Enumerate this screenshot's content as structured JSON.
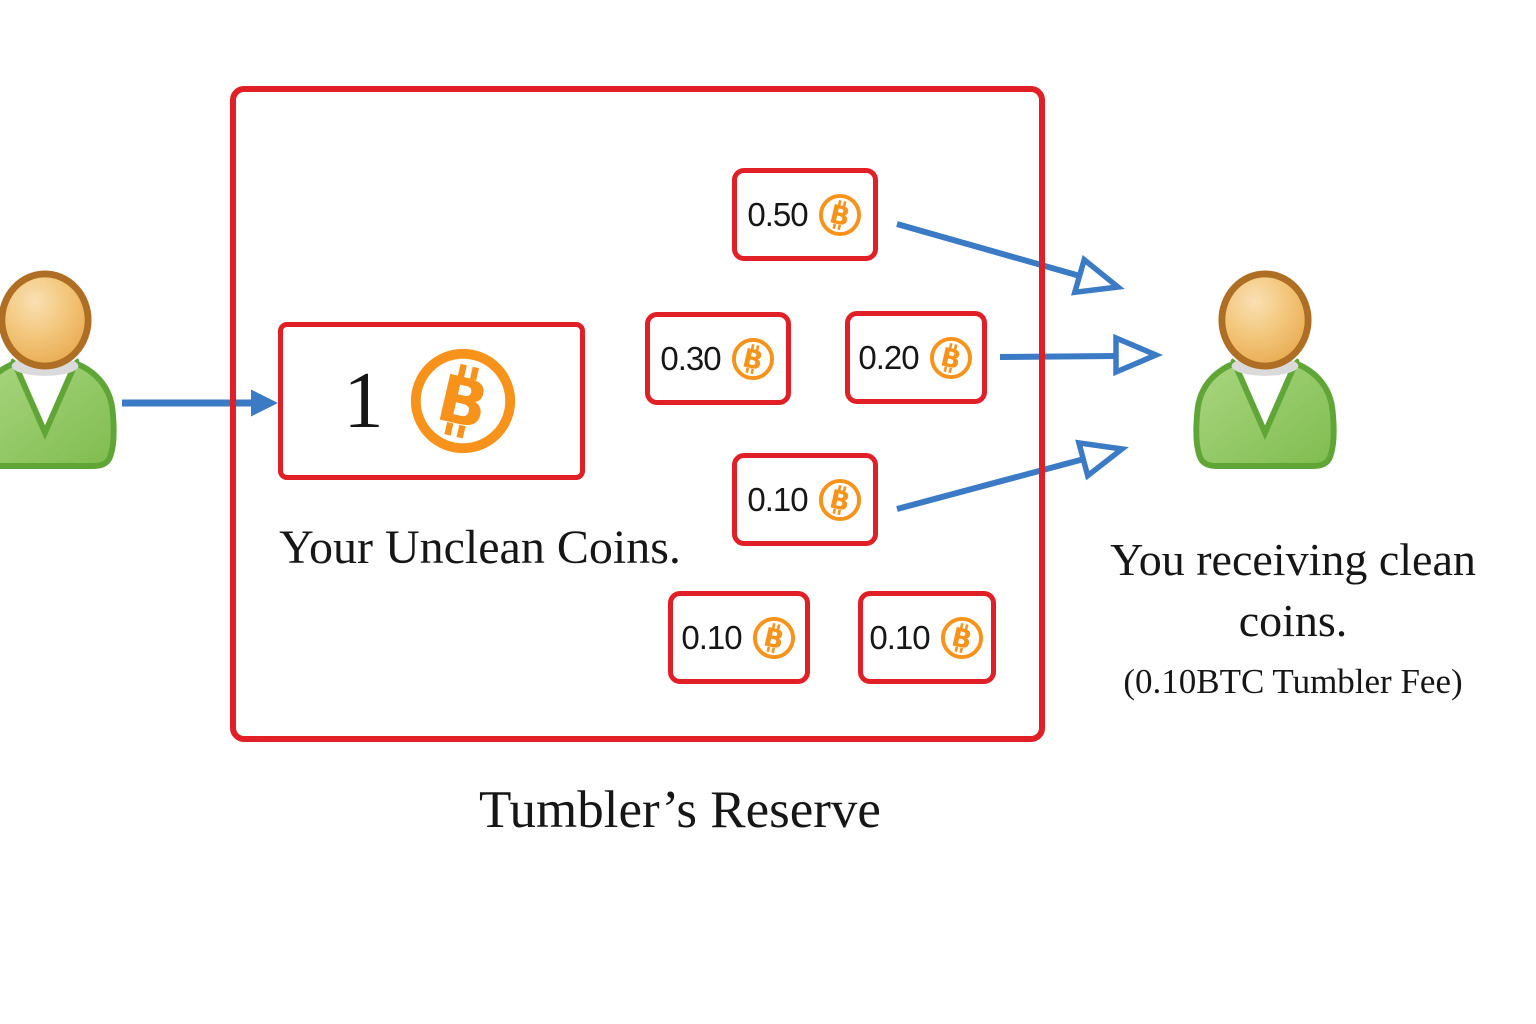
{
  "colors": {
    "box_red": "#e11f26",
    "arrow_blue": "#3b7ac4",
    "bitcoin_orange": "#f7931a",
    "person_skin": "#f0bc6a",
    "person_skin_border": "#ae6f24",
    "person_shirt_green": "#94c868",
    "person_shirt_border": "#5fa637",
    "text": "#161616"
  },
  "tumbler": {
    "title": "Tumbler’s Reserve",
    "input_coin": {
      "amount": "1",
      "label": "Your Unclean Coins."
    },
    "reserve_coins": [
      {
        "amount": "0.50"
      },
      {
        "amount": "0.30"
      },
      {
        "amount": "0.20"
      },
      {
        "amount": "0.10"
      },
      {
        "amount": "0.10"
      },
      {
        "amount": "0.10"
      }
    ]
  },
  "receiver": {
    "caption": "You receiving clean coins.",
    "fee_note": "(0.10BTC Tumbler Fee)"
  },
  "icons": {
    "bitcoin": "bitcoin-icon (₿ in orange ring)",
    "sender": "person-icon",
    "receiver": "person-icon",
    "input_arrow": "filled right arrow",
    "output_arrows": "open right arrows ×3"
  }
}
